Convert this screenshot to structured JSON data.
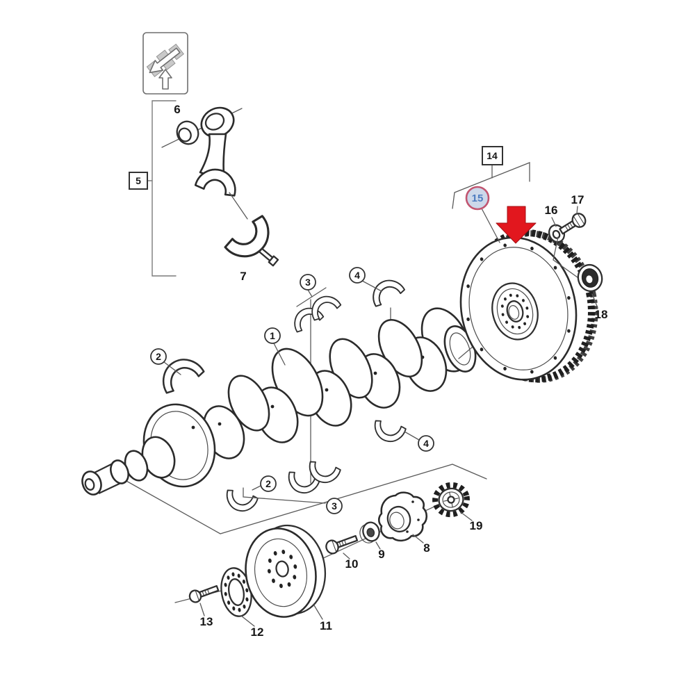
{
  "figure": {
    "subject": "Exploded parts diagram: crankshaft, main and rod bearings, connecting rod, flywheel, vibration damper pulley and drive gear",
    "background_color": "#ffffff",
    "line_color": "#2f2f2f",
    "leader_color": "#5a5a5a",
    "highlight_arrow_color": "#e2171e",
    "selected_callout": {
      "label": "15",
      "circle_fill": "#ccd8ea",
      "circle_stroke": "#c25570",
      "text_color": "#4d7cc0"
    },
    "callouts": {
      "1": "1",
      "2": "2",
      "3": "3",
      "4": "4",
      "5": "5",
      "6": "6",
      "7": "7",
      "8": "8",
      "9": "9",
      "10": "10",
      "11": "11",
      "12": "12",
      "13": "13",
      "14": "14",
      "15": "15",
      "16": "16",
      "17": "17",
      "18": "18",
      "19": "19"
    },
    "callout_styles": {
      "boxed": [
        "5",
        "14"
      ],
      "circled": [
        "1",
        "2",
        "3",
        "4"
      ],
      "highlighted_circle": [
        "15"
      ],
      "plain": [
        "6",
        "7",
        "8",
        "9",
        "10",
        "11",
        "12",
        "13",
        "16",
        "17",
        "18",
        "19"
      ]
    },
    "icons": {
      "orientation_indicator": "crankshaft-with-direction-arrows",
      "highlight_arrow": "red-arrow-down"
    }
  }
}
